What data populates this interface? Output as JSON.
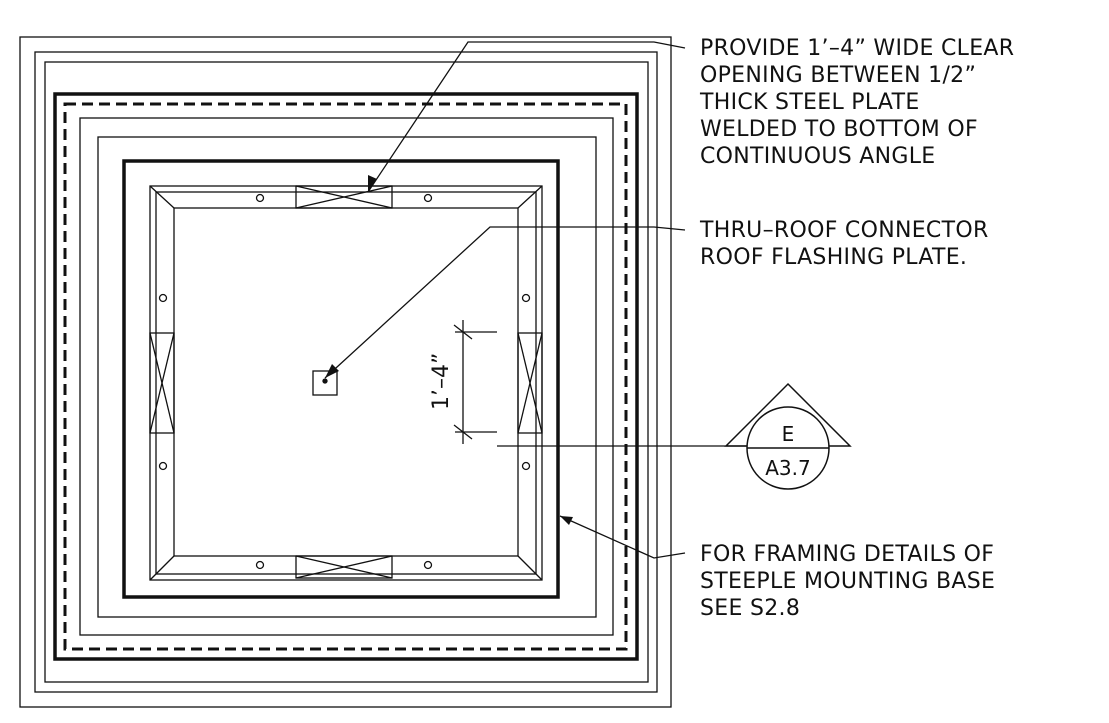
{
  "notes": {
    "opening": {
      "lines": [
        "PROVIDE 1’–4” WIDE CLEAR",
        "OPENING BETWEEN 1/2”",
        "THICK STEEL PLATE",
        "WELDED TO BOTTOM OF",
        "CONTINUOUS ANGLE"
      ]
    },
    "connector": {
      "lines": [
        "THRU–ROOF CONNECTOR",
        "ROOF FLASHING PLATE."
      ]
    },
    "framing": {
      "lines": [
        "FOR FRAMING DETAILS OF",
        "STEEPLE MOUNTING BASE",
        "SEE S2.8"
      ]
    }
  },
  "dimension": {
    "label": "1’–4”"
  },
  "section_marker": {
    "id": "E",
    "sheet": "A3.7"
  }
}
